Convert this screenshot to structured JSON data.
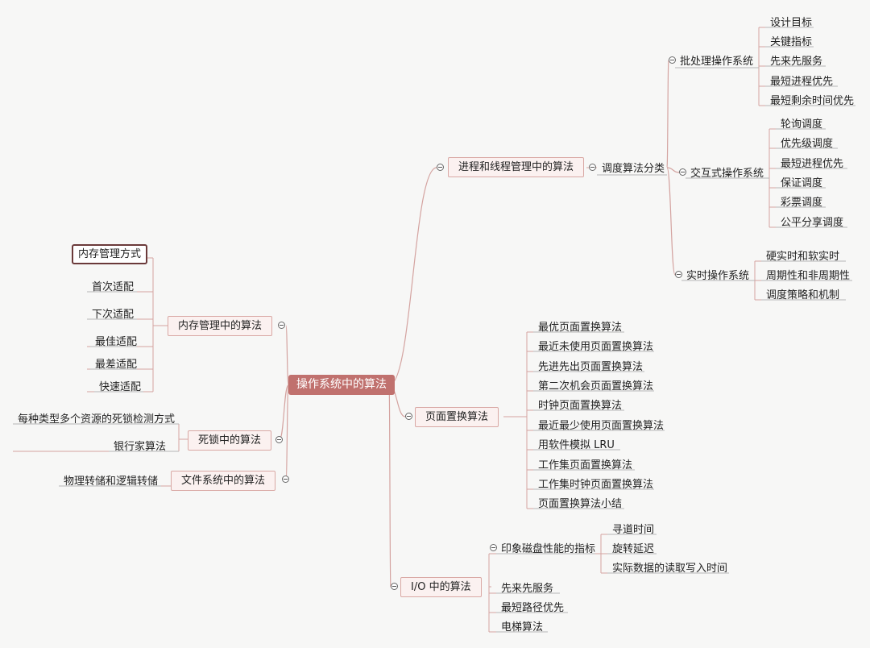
{
  "root": "操作系统中的算法",
  "process": {
    "title": "进程和线程管理中的算法",
    "schedule": "调度算法分类",
    "batch": {
      "title": "批处理操作系统",
      "items": [
        "设计目标",
        "关键指标",
        "先来先服务",
        "最短进程优先",
        "最短剩余时间优先"
      ]
    },
    "interactive": {
      "title": "交互式操作系统",
      "items": [
        "轮询调度",
        "优先级调度",
        "最短进程优先",
        "保证调度",
        "彩票调度",
        "公平分享调度"
      ]
    },
    "realtime": {
      "title": "实时操作系统",
      "items": [
        "硬实时和软实时",
        "周期性和非周期性",
        "调度策略和机制"
      ]
    }
  },
  "page": {
    "title": "页面置换算法",
    "items": [
      "最优页面置换算法",
      "最近未使用页面置换算法",
      "先进先出页面置换算法",
      "第二次机会页面置换算法",
      "时钟页面置换算法",
      "最近最少使用页面置换算法",
      "用软件模拟 LRU",
      "工作集页面置换算法",
      "工作集时钟页面置换算法",
      "页面置换算法小结"
    ]
  },
  "io": {
    "title": "I/O 中的算法",
    "disk": {
      "title": "印象磁盘性能的指标",
      "items": [
        "寻道时间",
        "旋转延迟",
        "实际数据的读取写入时间"
      ]
    },
    "items": [
      "先来先服务",
      "最短路径优先",
      "电梯算法"
    ]
  },
  "memory": {
    "title": "内存管理中的算法",
    "items": [
      "内存管理方式",
      "首次适配",
      "下次适配",
      "最佳适配",
      "最差适配",
      "快速适配"
    ]
  },
  "deadlock": {
    "title": "死锁中的算法",
    "items": [
      "每种类型多个资源的死锁检测方式",
      "银行家算法"
    ]
  },
  "fs": {
    "title": "文件系统中的算法",
    "items": [
      "物理转储和逻辑转储"
    ]
  },
  "colors": {
    "line": "#d4a3a0",
    "root_bg": "#c0716e",
    "branch_bg": "#fbf1f0",
    "branch_border": "#d9a8a4",
    "underline": "#b5b5b5"
  }
}
